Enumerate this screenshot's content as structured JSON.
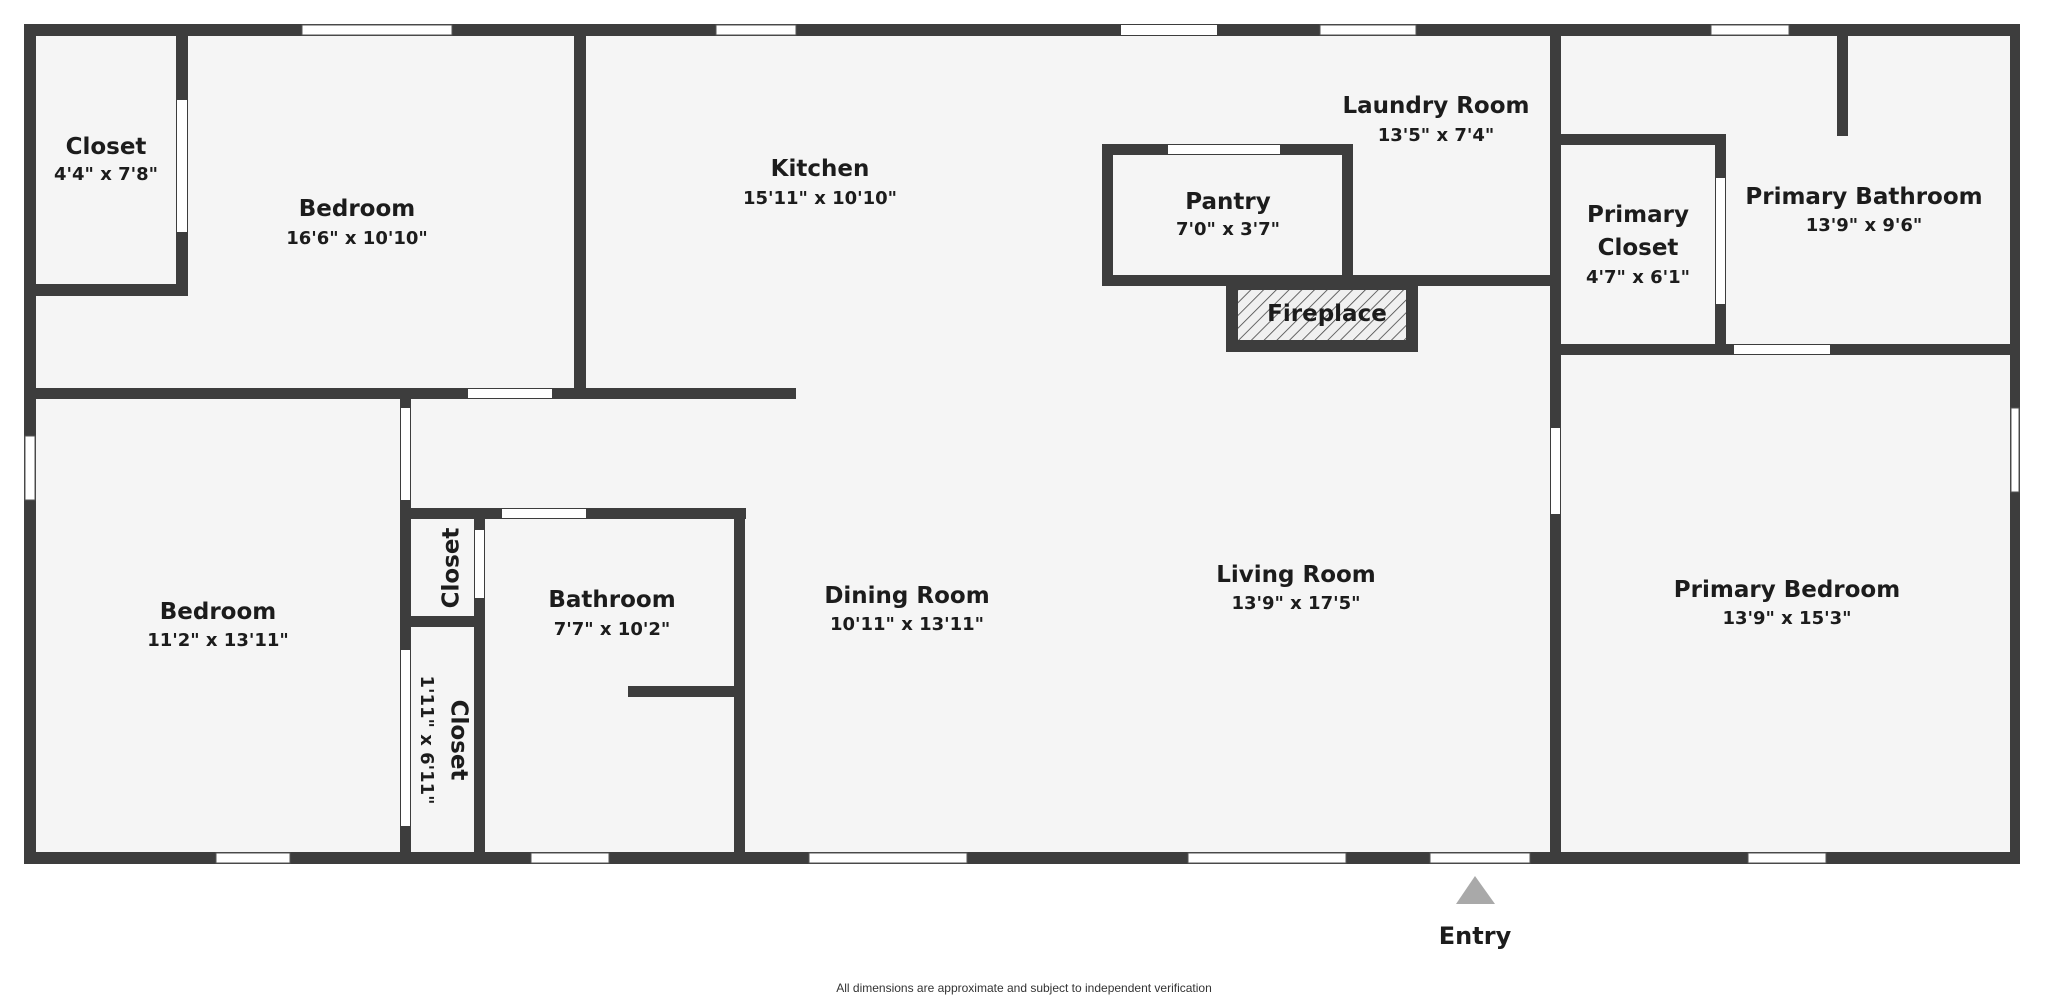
{
  "colors": {
    "wall": "#3d3d3d",
    "floor": "#f5f5f5",
    "opening": "#ffffff",
    "entry_marker": "#a9a9a9",
    "text": "#1c1c1c"
  },
  "rooms": {
    "closet_nw": {
      "name": "Closet",
      "dims": "4'4\" x 7'8\""
    },
    "bedroom_n": {
      "name": "Bedroom",
      "dims": "16'6\" x 10'10\""
    },
    "kitchen": {
      "name": "Kitchen",
      "dims": "15'11\" x 10'10\""
    },
    "laundry": {
      "name": "Laundry Room",
      "dims": "13'5\" x 7'4\""
    },
    "pantry": {
      "name": "Pantry",
      "dims": "7'0\" x 3'7\""
    },
    "fireplace": {
      "name": "Fireplace"
    },
    "primary_closet": {
      "name_line1": "Primary",
      "name_line2": "Closet",
      "dims": "4'7\" x 6'1\""
    },
    "primary_bath": {
      "name": "Primary Bathroom",
      "dims": "13'9\" x 9'6\""
    },
    "bedroom_sw": {
      "name": "Bedroom",
      "dims": "11'2\" x 13'11\""
    },
    "closet_small": {
      "name": "Closet"
    },
    "closet_tall": {
      "name": "Closet",
      "dims": "1'11\" x 6'11\""
    },
    "bathroom": {
      "name": "Bathroom",
      "dims": "7'7\" x 10'2\""
    },
    "dining": {
      "name": "Dining Room",
      "dims": "10'11\" x 13'11\""
    },
    "living": {
      "name": "Living Room",
      "dims": "13'9\" x 17'5\""
    },
    "primary_bedroom": {
      "name": "Primary Bedroom",
      "dims": "13'9\" x 15'3\""
    }
  },
  "entry_label": "Entry",
  "disclaimer": "All dimensions are approximate and subject to independent verification"
}
